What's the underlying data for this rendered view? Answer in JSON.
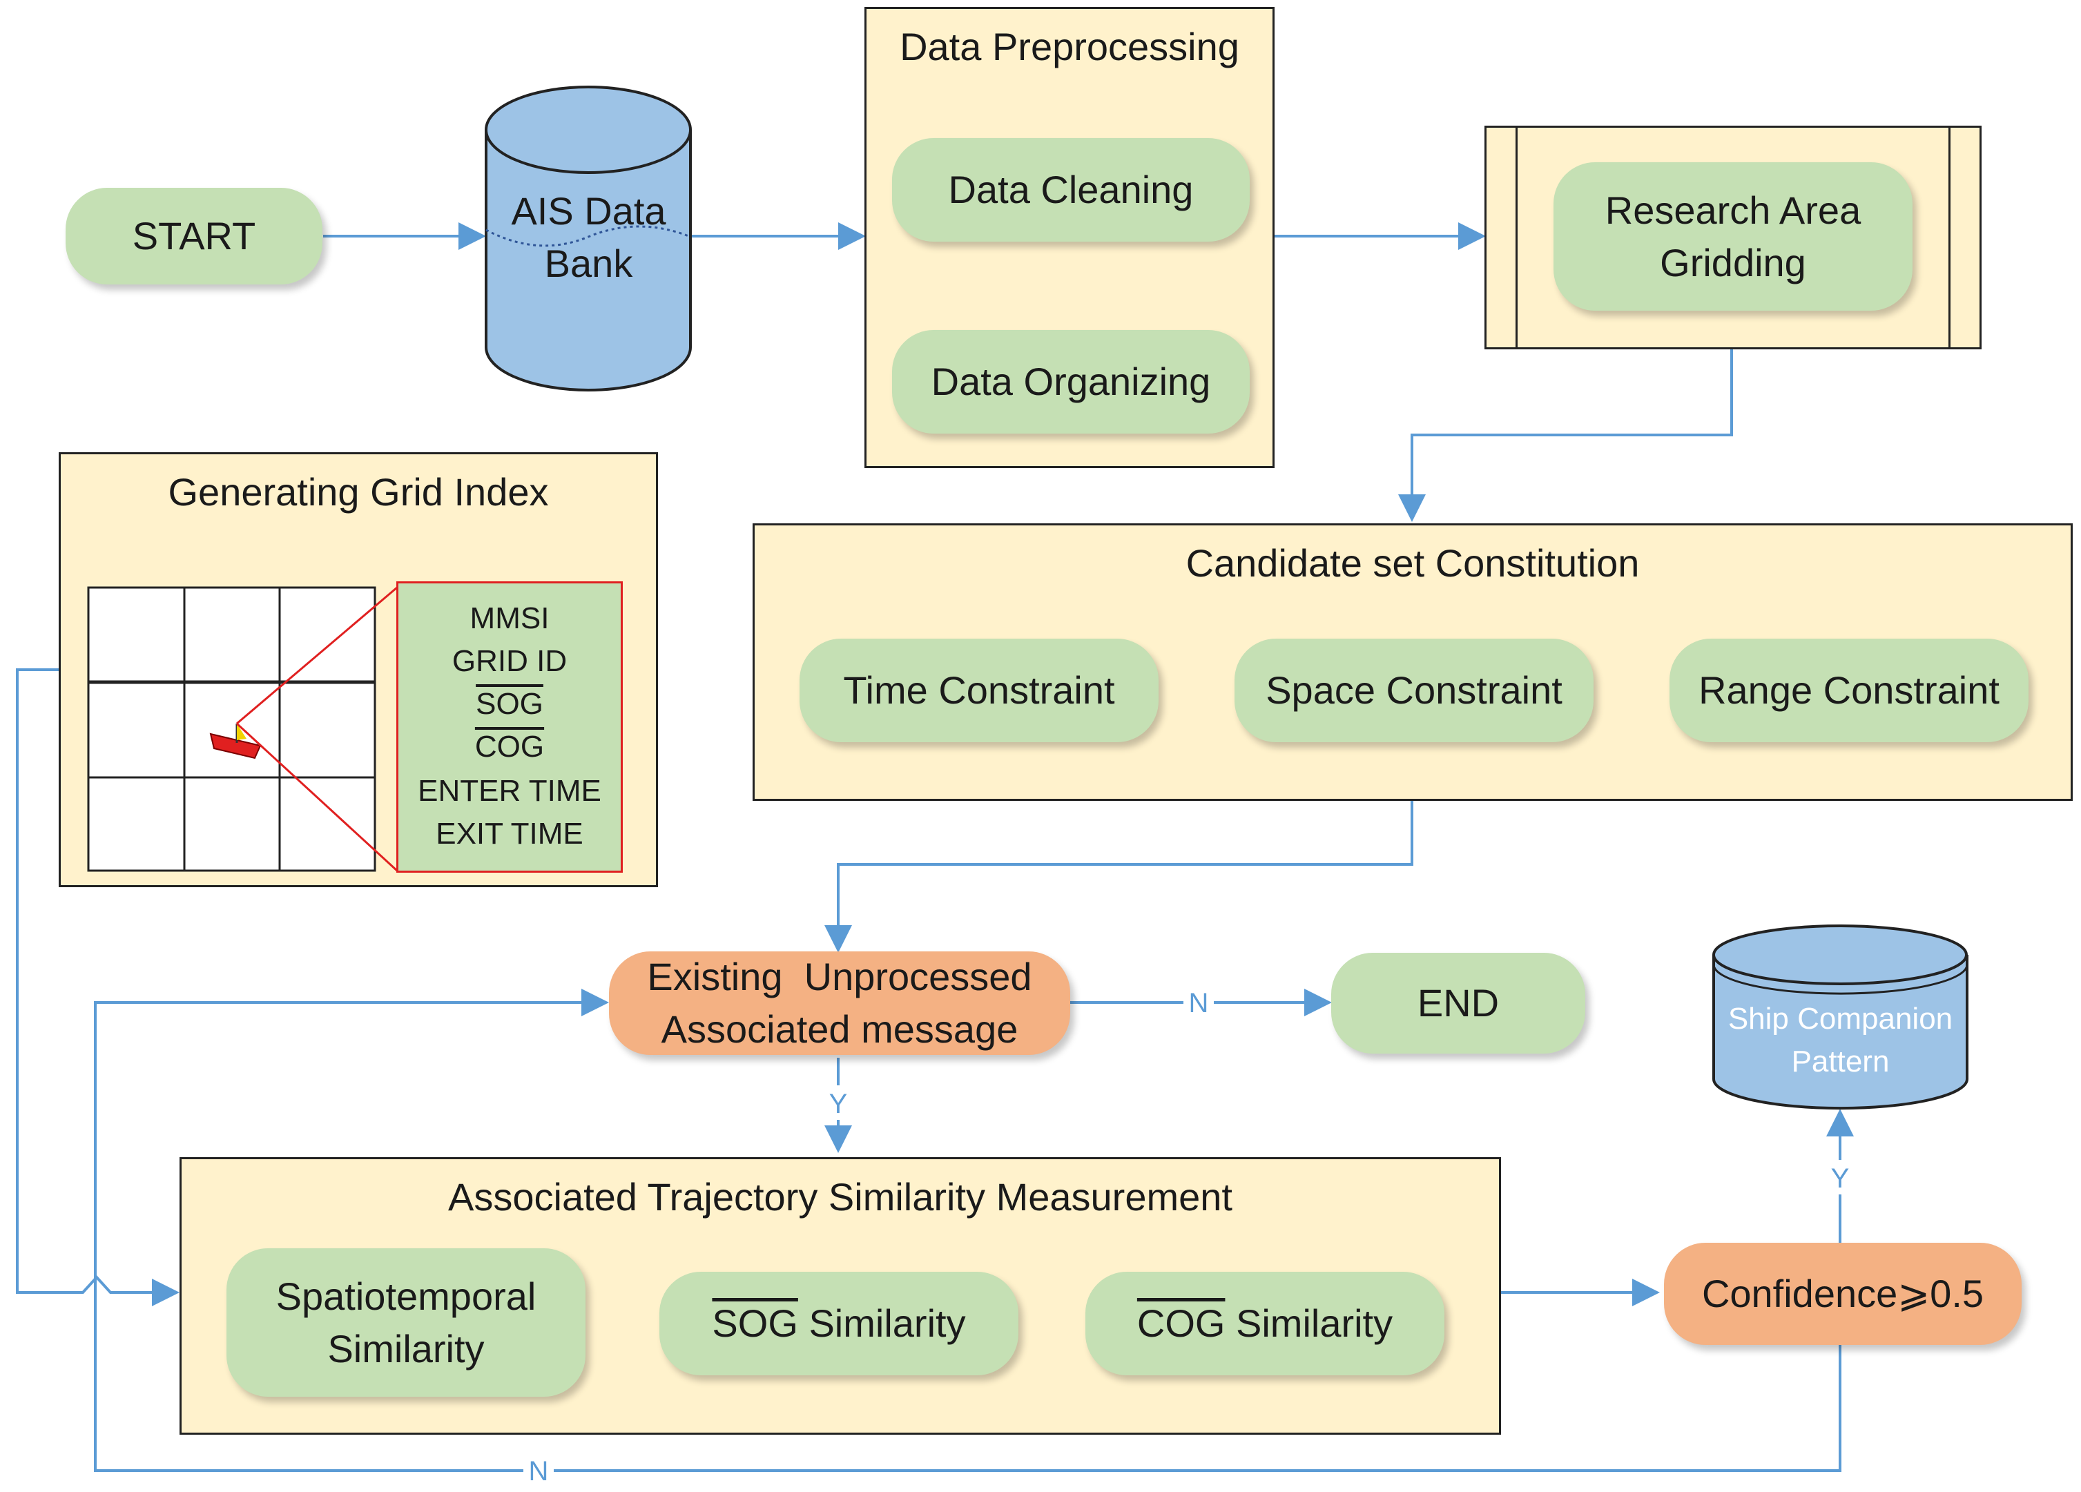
{
  "nodes": {
    "start": "START",
    "ais_line1": "AIS Data",
    "ais_line2": "Bank",
    "data_cleaning": "Data Cleaning",
    "data_organizing": "Data Organizing",
    "research_line1": "Research Area",
    "research_line2": "Gridding",
    "time_constraint": "Time Constraint",
    "space_constraint": "Space Constraint",
    "range_constraint": "Range Constraint",
    "existing_line1": "Existing  Unprocessed",
    "existing_line2": "Associated message",
    "end": "END",
    "ship_line1": "Ship Companion",
    "ship_line2": "Pattern",
    "spatio_line1": "Spatiotemporal",
    "spatio_line2": "Similarity",
    "sog_abbr": "SOG",
    "sog_rest": " Similarity",
    "cog_abbr": "COG",
    "cog_rest": " Similarity",
    "confidence": "Confidence⩾0.5"
  },
  "panels": {
    "preprocessing": "Data Preprocessing",
    "grid_index": "Generating Grid Index",
    "candidate": "Candidate set Constitution",
    "similarity": "Associated Trajectory Similarity Measurement"
  },
  "grid_fields": [
    "MMSI",
    "GRID ID",
    "SOG",
    "COG",
    "ENTER TIME",
    "EXIT TIME"
  ],
  "edge_labels": {
    "n_to_end": "N",
    "y_to_similarity": "Y",
    "y_to_pattern": "Y",
    "n_loop_back": "N"
  },
  "colors": {
    "green_box": "#c5e0b4",
    "orange_box": "#f4b183",
    "panel_fill": "#fff2cc",
    "database_blue": "#9dc3e6",
    "arrow_blue": "#5b9bd5",
    "callout_red": "#e02020"
  }
}
